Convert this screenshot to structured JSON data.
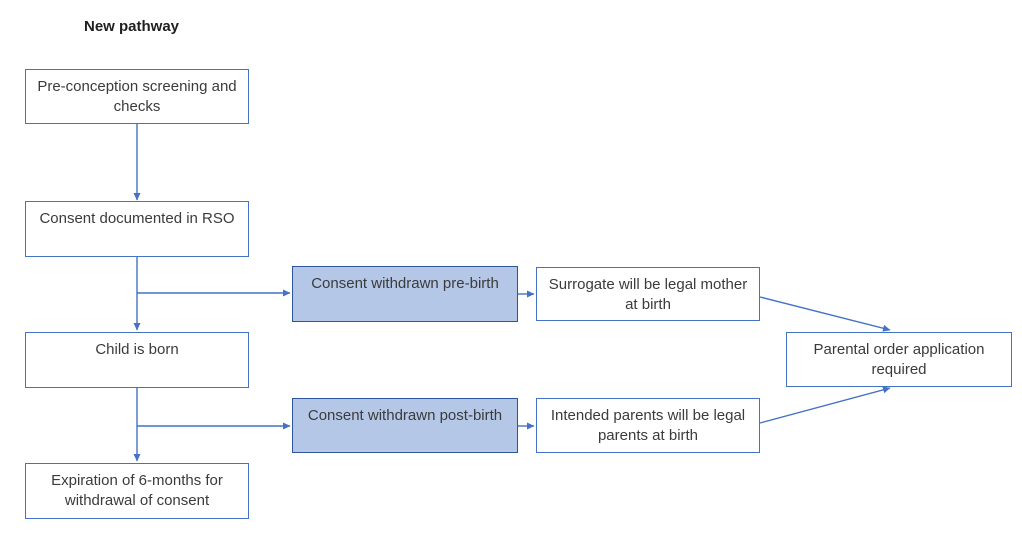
{
  "title": "New pathway",
  "colors": {
    "connector": "#4472C4",
    "plain_box_border": "#4472C4",
    "plain_box_fill": "#FFFFFF",
    "highlight_box_fill": "#B4C7E7",
    "highlight_box_border": "#2E5597",
    "text": "#3B3B3B"
  },
  "nodes": [
    {
      "id": "pre-conception-screening",
      "label": "Pre-conception screening and checks",
      "style": "plain"
    },
    {
      "id": "consent-documented-rso",
      "label": "Consent documented in RSO",
      "style": "plain"
    },
    {
      "id": "child-is-born",
      "label": "Child is born",
      "style": "plain"
    },
    {
      "id": "expiration-6-months",
      "label": "Expiration of 6-months for withdrawal of consent",
      "style": "plain"
    },
    {
      "id": "consent-withdrawn-pre-birth",
      "label": "Consent withdrawn pre-birth",
      "style": "highlight"
    },
    {
      "id": "consent-withdrawn-post-birth",
      "label": "Consent withdrawn post-birth",
      "style": "highlight"
    },
    {
      "id": "surrogate-legal-mother",
      "label": "Surrogate will be legal mother at birth",
      "style": "plain"
    },
    {
      "id": "intended-parents-legal",
      "label": "Intended parents will be legal parents at birth",
      "style": "plain"
    },
    {
      "id": "parental-order-application",
      "label": "Parental order application required",
      "style": "plain"
    }
  ]
}
